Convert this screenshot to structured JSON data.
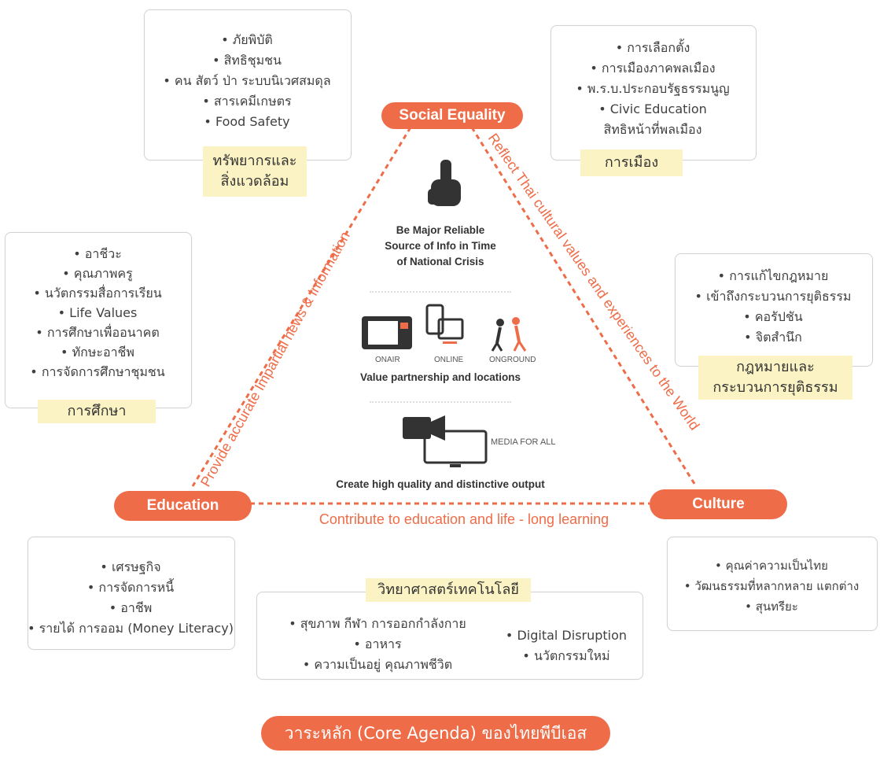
{
  "nodes": {
    "social": "Social Equality",
    "education": "Education",
    "culture": "Culture"
  },
  "edges": {
    "left": "Provide accurate Impartial news & Information",
    "right": "Reflect Thai cultural values and experiences to the World",
    "bottom": "Contribute to education and life - long learning"
  },
  "center": {
    "mission_line1": "Be Major Reliable",
    "mission_line2": "Source of Info in Time",
    "mission_line3": "of National Crisis",
    "onair": "ONAIR",
    "online": "ONLINE",
    "onground": "ONGROUND",
    "partnership": "Value partnership and locations",
    "media_for_all": "MEDIA FOR ALL",
    "output": "Create high quality and distinctive output"
  },
  "boxes": {
    "environment": {
      "items": [
        "ภัยพิบัติ",
        "สิทธิชุมชน",
        "คน สัตว์ ป่า ระบบนิเวศสมดุล",
        "สารเคมีเกษตร",
        "Food Safety"
      ],
      "label_line1": "ทรัพยากรและ",
      "label_line2": "สิ่งแวดล้อม"
    },
    "politics": {
      "items": [
        "การเลือกตั้ง",
        "การเมืองภาคพลเมือง",
        "พ.ร.บ.ประกอบรัฐธรรมนูญ",
        "Civic Education"
      ],
      "extra": "สิทธิหน้าที่พลเมือง",
      "label": "การเมือง"
    },
    "education": {
      "items": [
        "อาชีวะ",
        "คุณภาพครู",
        "นวัตกรรมสื่อการเรียน",
        "Life Values",
        "การศึกษาเพื่ออนาคต",
        "ทักษะอาชีพ",
        "การจัดการศึกษาชุมชน"
      ],
      "label": "การศึกษา"
    },
    "law": {
      "items": [
        "การแก้ไขกฎหมาย",
        "เข้าถึงกระบวนการยุติธรรม",
        "คอรัปชัน",
        "จิตสำนึก"
      ],
      "label_line1": "กฎหมายและ",
      "label_line2": "กระบวนการยุติธรรม"
    },
    "economy": {
      "items": [
        "เศรษฐกิจ",
        "การจัดการหนี้",
        "อาชีพ",
        "รายได้ การออม (Money Literacy)"
      ]
    },
    "science": {
      "label": "วิทยาศาสตร์เทคโนโลยี",
      "left_items": [
        "สุขภาพ กีฬา การออกกำลังกาย",
        "อาหาร",
        "ความเป็นอยู่ คุณภาพชีวิต"
      ],
      "right_items": [
        "Digital Disruption",
        "นวัตกรรมใหม่"
      ]
    },
    "culture": {
      "items": [
        "คุณค่าความเป็นไทย",
        "วัฒนธรรมที่หลากหลาย แตกต่าง",
        "สุนทรียะ"
      ]
    }
  },
  "footer": "วาระหลัก (Core Agenda) ของไทยพีบีเอส",
  "colors": {
    "accent": "#ef6c48",
    "label_bg": "#fbf3c4",
    "border": "#d3d3d3"
  }
}
